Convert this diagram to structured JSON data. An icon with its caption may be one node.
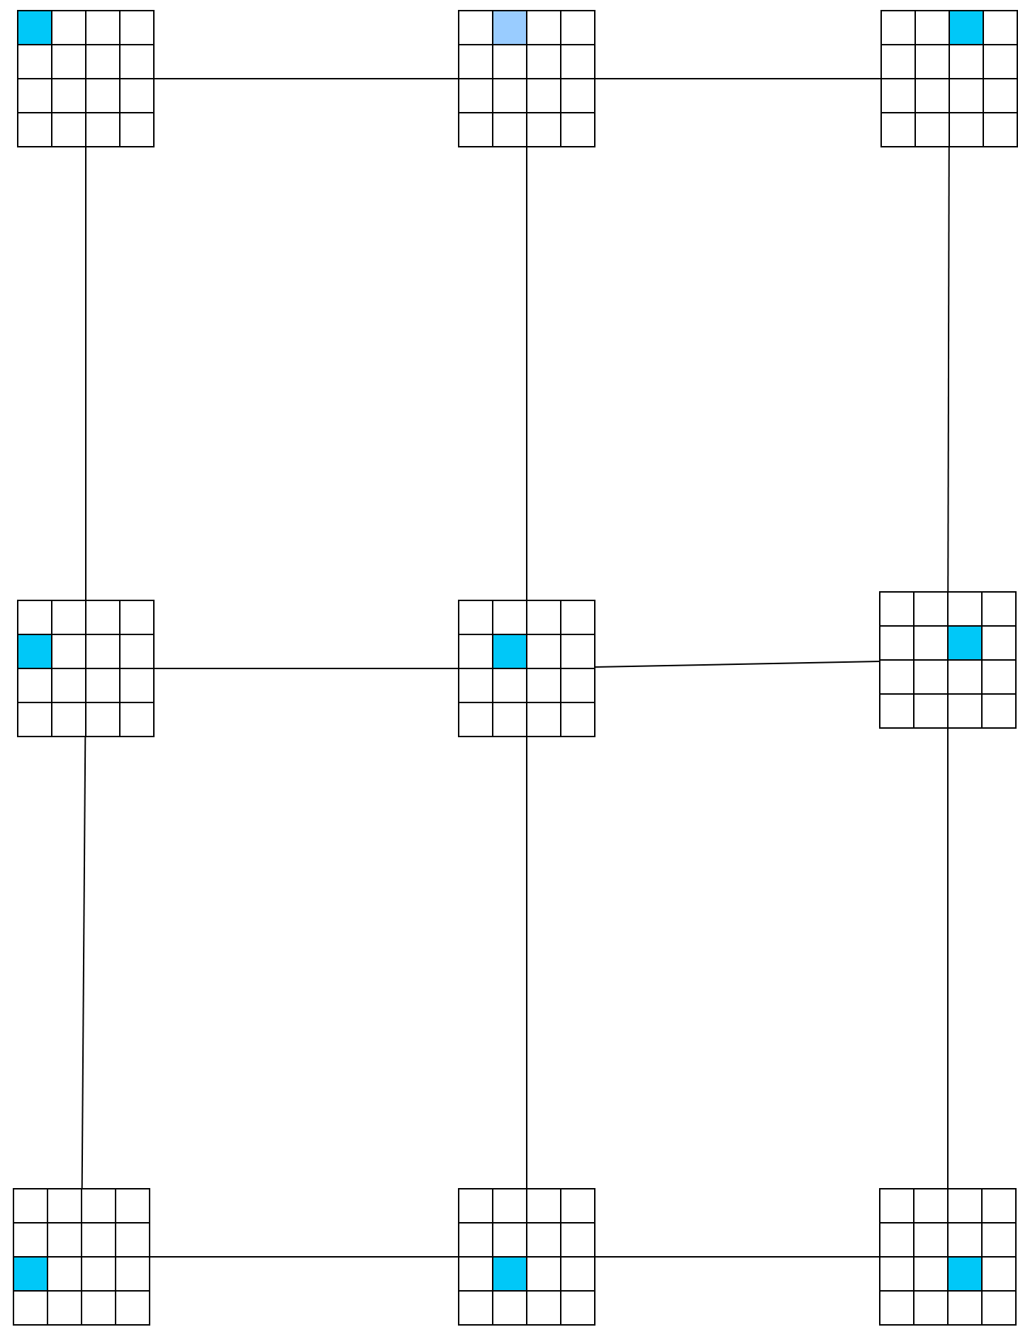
{
  "diagram": {
    "nodes": [
      {
        "text": [],
        "shape": "grid"
      },
      {
        "text": [],
        "shape": "grid"
      },
      {
        "text": [],
        "shape": "grid"
      },
      {
        "text": [],
        "shape": "grid"
      },
      {
        "text": [],
        "shape": "grid"
      },
      {
        "text": [],
        "shape": "grid"
      },
      {
        "text": [],
        "shape": "grid"
      },
      {
        "text": [],
        "shape": "grid"
      },
      {
        "text": [],
        "shape": "grid"
      }
    ],
    "edges": [
      {
        "from": 0,
        "to": 1,
        "arrow": "none"
      },
      {
        "from": 1,
        "to": 2,
        "arrow": "none"
      },
      {
        "from": 0,
        "to": 3,
        "arrow": "none"
      },
      {
        "from": 1,
        "to": 4,
        "arrow": "none"
      },
      {
        "from": 2,
        "to": 5,
        "arrow": "none"
      },
      {
        "from": 3,
        "to": 4,
        "arrow": "none"
      },
      {
        "from": 4,
        "to": 5,
        "arrow": "none"
      },
      {
        "from": 3,
        "to": 6,
        "arrow": "none"
      },
      {
        "from": 4,
        "to": 7,
        "arrow": "none"
      },
      {
        "from": 5,
        "to": 8,
        "arrow": "none"
      },
      {
        "from": 6,
        "to": 7,
        "arrow": "none"
      },
      {
        "from": 7,
        "to": 8,
        "arrow": "none"
      }
    ]
  }
}
